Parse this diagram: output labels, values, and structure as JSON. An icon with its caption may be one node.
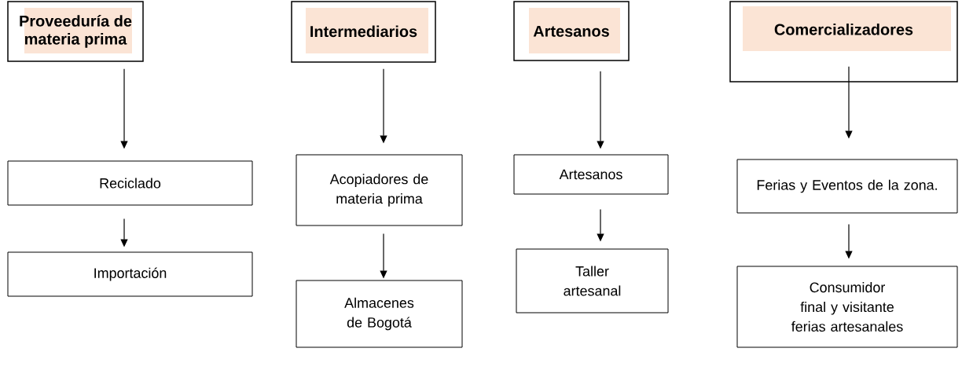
{
  "diagram": {
    "nodes": [
      {
        "text": [
          "Proveeduría de materia prima"
        ]
      },
      {
        "text": [
          "Reciclado"
        ]
      },
      {
        "text": [
          "Importación"
        ]
      },
      {
        "text": [
          "Intermediarios"
        ]
      },
      {
        "text": [
          "Acopiadores de materia prima"
        ]
      },
      {
        "text": [
          "Almacenes de Bogotá"
        ]
      },
      {
        "text": [
          "Artesanos"
        ]
      },
      {
        "text": [
          "Artesanos"
        ]
      },
      {
        "text": [
          "Taller artesanal"
        ]
      },
      {
        "text": [
          "Comercializadores"
        ]
      },
      {
        "text": [
          "Ferias y Eventos de la zona."
        ]
      },
      {
        "text": [
          "Consumidor final y visitante ferias artesanales"
        ]
      }
    ],
    "edges": [
      {
        "from": 0,
        "to": 1,
        "arrow": "to"
      },
      {
        "from": 1,
        "to": 2,
        "arrow": "to"
      },
      {
        "from": 3,
        "to": 4,
        "arrow": "to"
      },
      {
        "from": 4,
        "to": 5,
        "arrow": "to"
      },
      {
        "from": 6,
        "to": 7,
        "arrow": "to"
      },
      {
        "from": 7,
        "to": 8,
        "arrow": "to"
      },
      {
        "from": 9,
        "to": 10,
        "arrow": "to"
      },
      {
        "from": 10,
        "to": 11,
        "arrow": "to"
      }
    ]
  }
}
